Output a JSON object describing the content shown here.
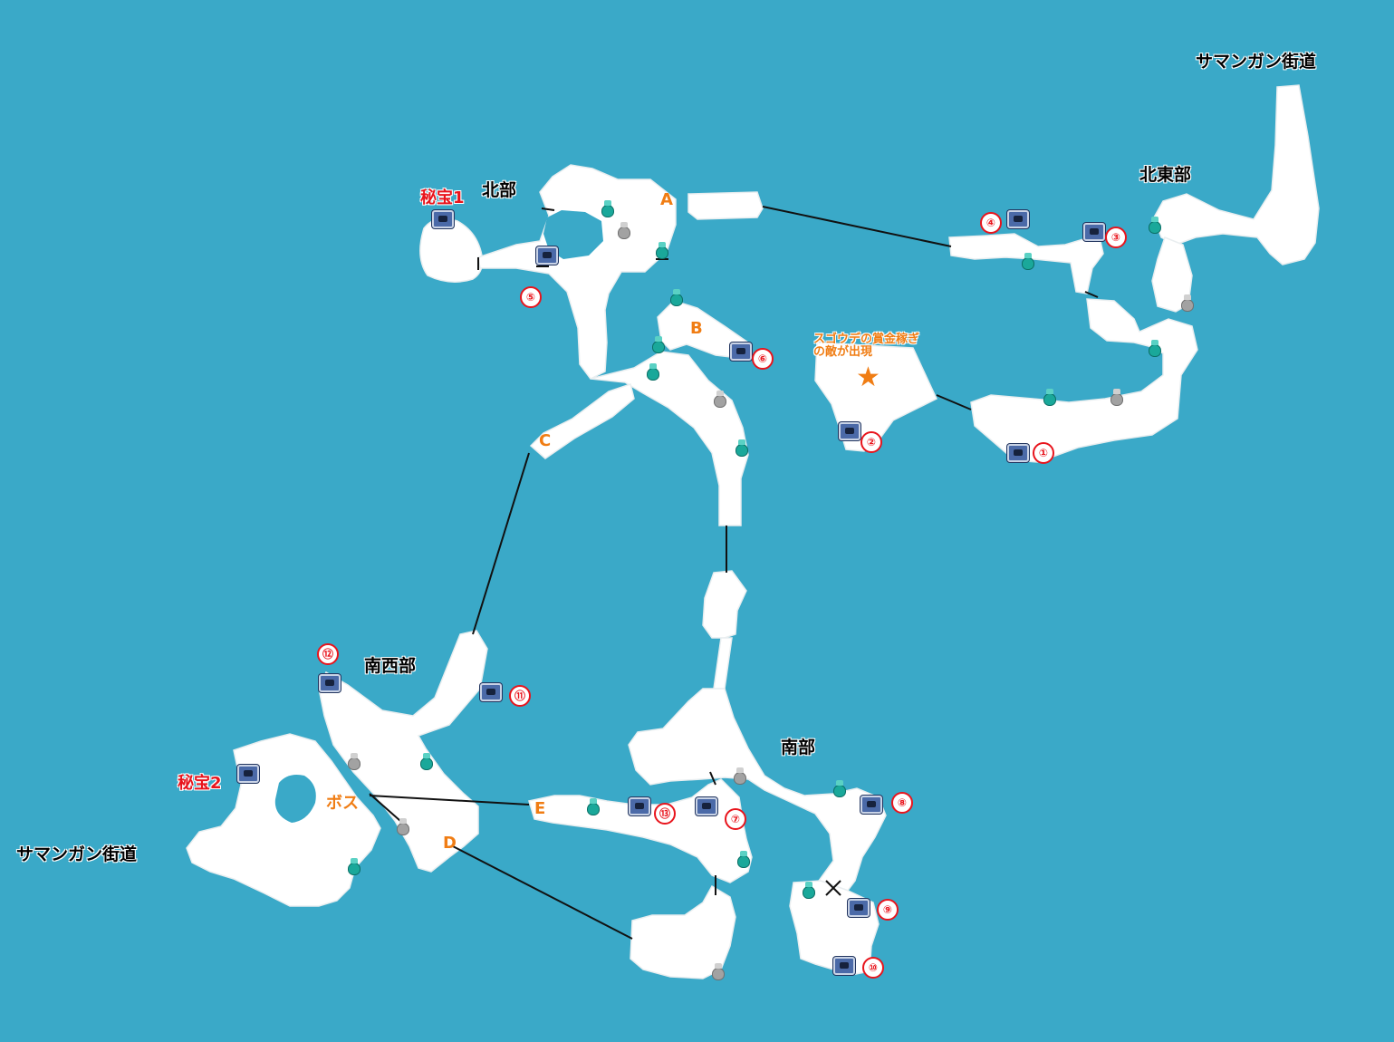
{
  "map": {
    "areas": {
      "north": "北部",
      "northeast": "北東部",
      "southwest": "南西部",
      "south": "南部"
    },
    "exits": {
      "top_right": "サマンガン街道",
      "left": "サマンガン街道"
    },
    "secret_treasures": [
      "秘宝1",
      "秘宝2"
    ],
    "link_points": [
      "A",
      "B",
      "C",
      "D",
      "E"
    ],
    "boss": "ボス",
    "bounty_note": [
      "スゴウデの賞金稼ぎ",
      "の敵が出現"
    ],
    "chest_numbers": [
      "①",
      "②",
      "③",
      "④",
      "⑤",
      "⑥",
      "⑦",
      "⑧",
      "⑨",
      "⑩",
      "⑪",
      "⑫",
      "⑬"
    ],
    "colors": {
      "water": "#3aa9c8",
      "land": "#ffffff",
      "area_label": "#000000",
      "link_label": "#f07d14",
      "secret_label": "#e8141c",
      "chest_number": "#e8141c",
      "herb_bag": "#1aa89a",
      "material_bag": "#a2a2a2",
      "bounty_star": "#f07d14"
    },
    "icons": {
      "chest": "treasure-chest-icon",
      "teal_bag": "herb-bag-icon",
      "grey_bag": "material-bag-icon",
      "star": "star-icon"
    }
  }
}
